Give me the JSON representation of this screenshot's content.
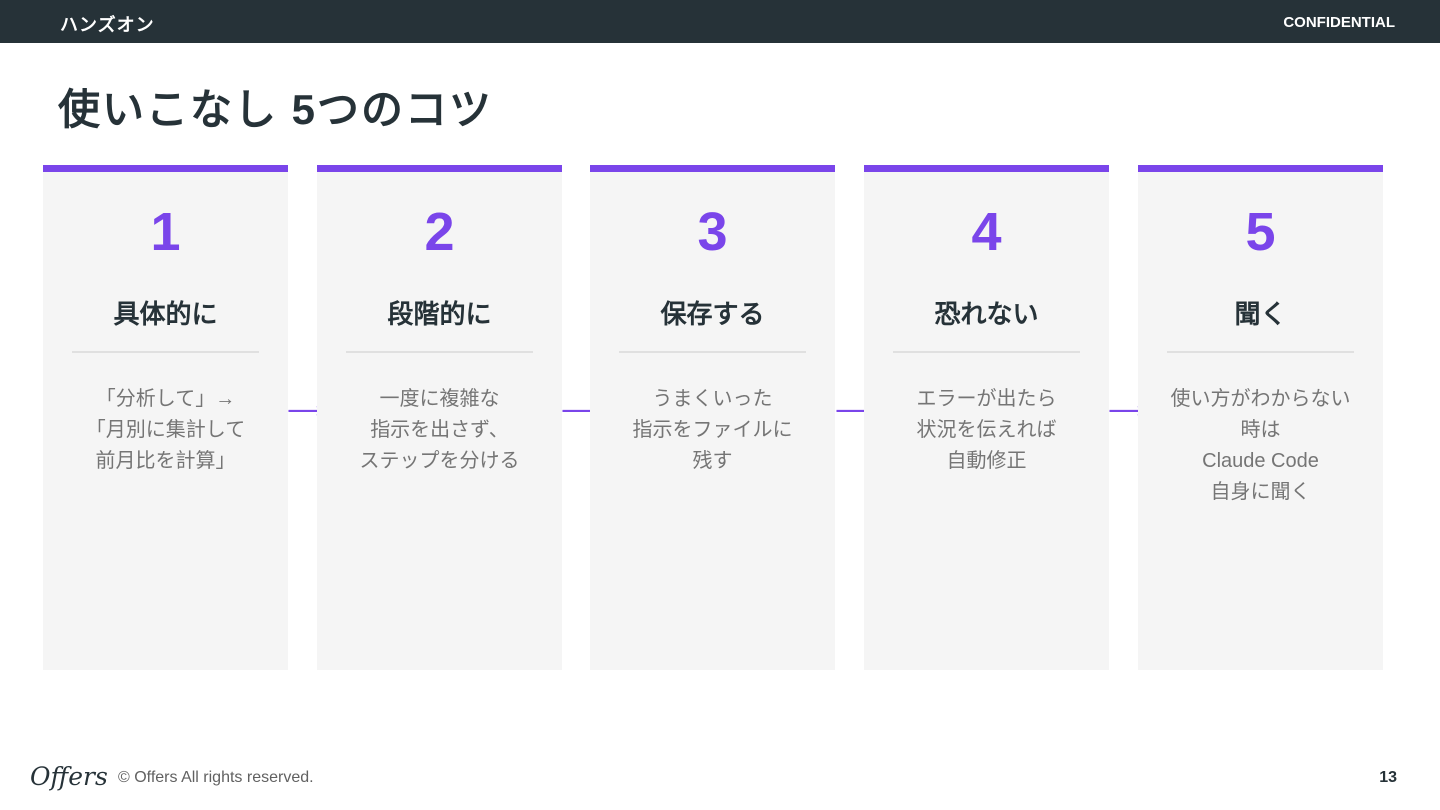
{
  "header": {
    "section": "ハンズオン",
    "confidential": "CONFIDENTIAL"
  },
  "title": "使いこなし 5つのコツ",
  "accent_color": "#7a45ea",
  "cards": [
    {
      "number": "1",
      "heading": "具体的に",
      "lines": [
        "「分析して」→",
        "「月別に集計して",
        "前月比を計算」"
      ]
    },
    {
      "number": "2",
      "heading": "段階的に",
      "lines": [
        "一度に複雑な",
        "指示を出さず、",
        "ステップを分ける"
      ]
    },
    {
      "number": "3",
      "heading": "保存する",
      "lines": [
        "うまくいった",
        "指示をファイルに",
        "残す"
      ]
    },
    {
      "number": "4",
      "heading": "恐れない",
      "lines": [
        "エラーが出たら",
        "状況を伝えれば",
        "自動修正"
      ]
    },
    {
      "number": "5",
      "heading": "聞く",
      "lines": [
        "使い方がわからない",
        "時は",
        "Claude Code",
        "自身に聞く"
      ]
    }
  ],
  "arrow_glyph": "⟶",
  "footer": {
    "logo": "Offers",
    "copyright": "© Offers All rights reserved.",
    "page_number": "13"
  }
}
